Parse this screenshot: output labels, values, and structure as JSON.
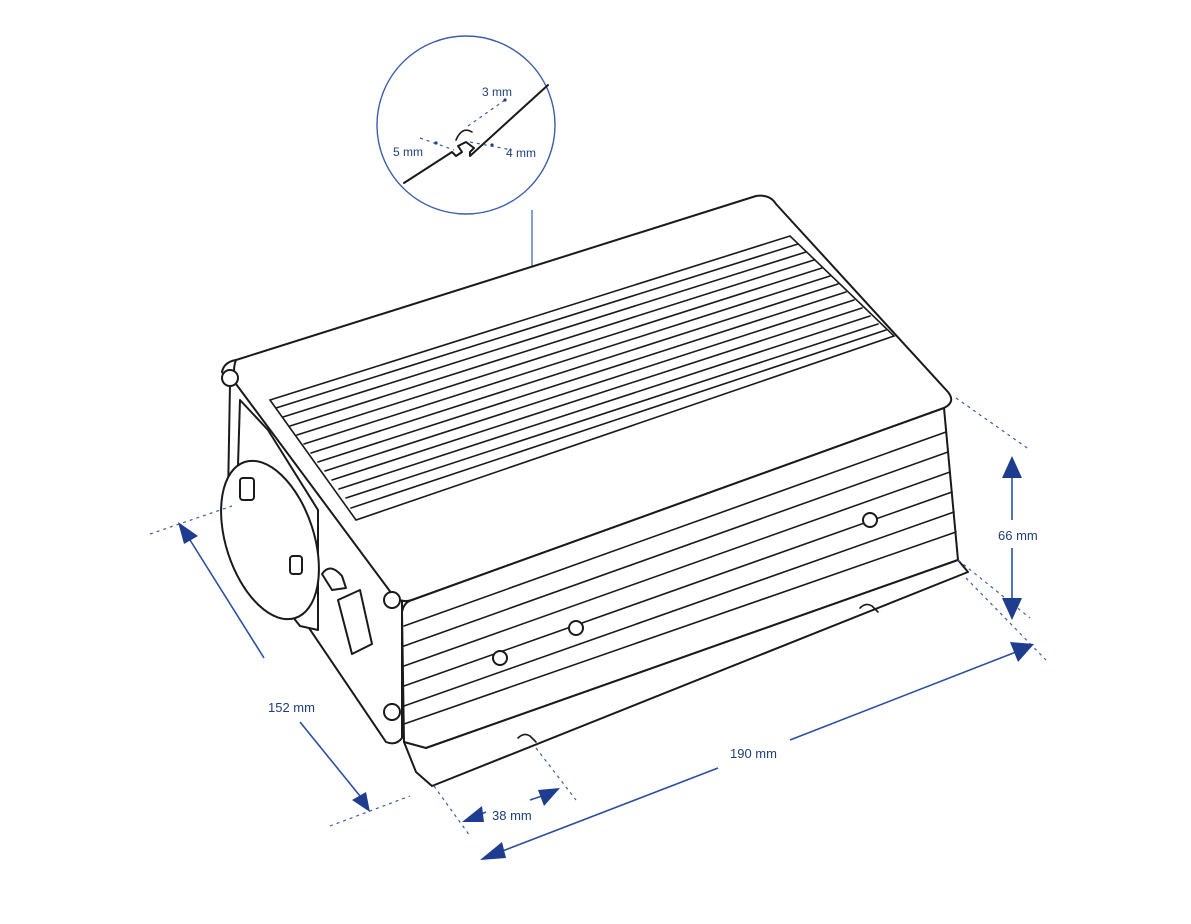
{
  "dimensions": {
    "depth": "152 mm",
    "length": "190 mm",
    "height": "66 mm",
    "foot_offset": "38 mm"
  },
  "detail": {
    "slot_width": "3 mm",
    "slot_left": "5 mm",
    "slot_right": "4 mm"
  },
  "colors": {
    "dimension": "#1e3d8f",
    "outline": "#1a1a1a",
    "background": "#ffffff"
  }
}
